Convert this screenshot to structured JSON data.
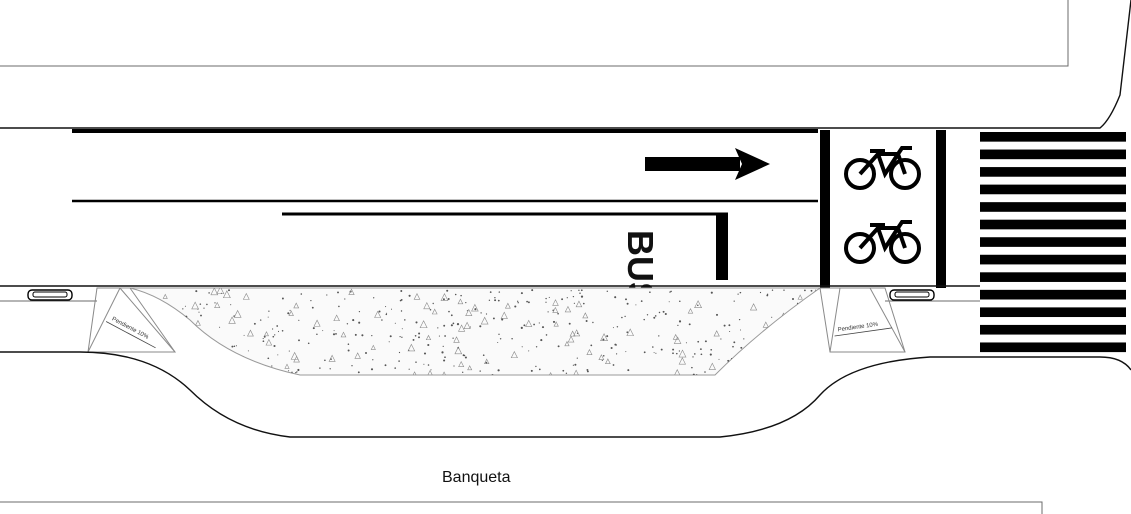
{
  "diagram": {
    "sidewalk_label": "Banqueta",
    "bus_lane_marking": "BUS",
    "slope_left": "Pendiente 10%",
    "slope_right": "Pendiente 10%",
    "bike_symbol_top": "bicycle-icon",
    "bike_symbol_bottom": "bicycle-icon",
    "lane_arrow": "arrow-right-icon",
    "crosswalk_stripes": 13,
    "colors": {
      "marking": "#000000",
      "outline": "#6b6b6b",
      "paving_dots": "#555555"
    }
  }
}
